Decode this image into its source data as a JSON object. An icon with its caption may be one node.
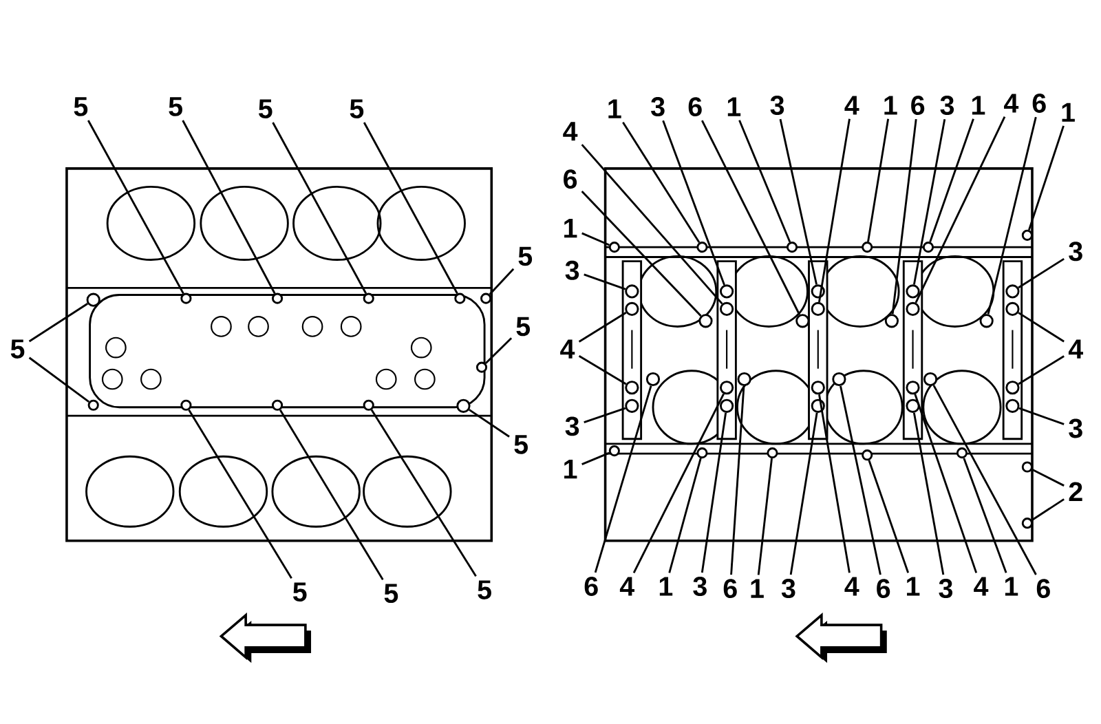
{
  "diagram": {
    "nodes": [
      {
        "text": [
          "5"
        ]
      },
      {
        "text": [
          "5"
        ]
      },
      {
        "text": [
          "5"
        ]
      },
      {
        "text": [
          "5"
        ]
      },
      {
        "text": [
          "5"
        ]
      },
      {
        "text": [
          "5"
        ]
      },
      {
        "text": [
          "5"
        ]
      },
      {
        "text": [
          "5"
        ]
      },
      {
        "text": [
          "5"
        ]
      },
      {
        "text": [
          "5"
        ]
      },
      {
        "text": [
          "5"
        ]
      },
      {
        "text": [
          "1"
        ]
      },
      {
        "text": [
          "3"
        ]
      },
      {
        "text": [
          "6"
        ]
      },
      {
        "text": [
          "1"
        ]
      },
      {
        "text": [
          "3"
        ]
      },
      {
        "text": [
          "4"
        ]
      },
      {
        "text": [
          "1"
        ]
      },
      {
        "text": [
          "6"
        ]
      },
      {
        "text": [
          "3"
        ]
      },
      {
        "text": [
          "1"
        ]
      },
      {
        "text": [
          "4"
        ]
      },
      {
        "text": [
          "6"
        ]
      },
      {
        "text": [
          "1"
        ]
      },
      {
        "text": [
          "4"
        ]
      },
      {
        "text": [
          "6"
        ]
      },
      {
        "text": [
          "1"
        ]
      },
      {
        "text": [
          "3"
        ]
      },
      {
        "text": [
          "3"
        ]
      },
      {
        "text": [
          "4"
        ]
      },
      {
        "text": [
          "4"
        ]
      },
      {
        "text": [
          "3"
        ]
      },
      {
        "text": [
          "3"
        ]
      },
      {
        "text": [
          "1"
        ]
      },
      {
        "text": [
          "2"
        ]
      },
      {
        "text": [
          "6"
        ]
      },
      {
        "text": [
          "4"
        ]
      },
      {
        "text": [
          "1"
        ]
      },
      {
        "text": [
          "3"
        ]
      },
      {
        "text": [
          "6"
        ]
      },
      {
        "text": [
          "1"
        ]
      },
      {
        "text": [
          "3"
        ]
      },
      {
        "text": [
          "4"
        ]
      },
      {
        "text": [
          "6"
        ]
      },
      {
        "text": [
          "1"
        ]
      },
      {
        "text": [
          "3"
        ]
      },
      {
        "text": [
          "4"
        ]
      },
      {
        "text": [
          "1"
        ]
      },
      {
        "text": [
          "6"
        ]
      },
      {
        "text": [],
        "shape": "circle"
      },
      {
        "text": [],
        "shape": "circle"
      },
      {
        "text": [],
        "shape": "circle"
      },
      {
        "text": [],
        "shape": "circle"
      },
      {
        "text": [],
        "shape": "circle"
      },
      {
        "text": [],
        "shape": "circle"
      },
      {
        "text": [],
        "shape": "circle"
      },
      {
        "text": [],
        "shape": "circle"
      },
      {
        "text": [],
        "shape": "circle"
      },
      {
        "text": [],
        "shape": "circle"
      },
      {
        "text": [],
        "shape": "circle"
      },
      {
        "text": [],
        "shape": "circle"
      },
      {
        "text": [],
        "shape": "circle"
      },
      {
        "text": [],
        "shape": "circle"
      },
      {
        "text": [],
        "shape": "circle"
      },
      {
        "text": [],
        "shape": "circle"
      },
      {
        "text": [],
        "shape": "circle"
      },
      {
        "text": [],
        "shape": "circle"
      },
      {
        "text": [],
        "shape": "circle"
      },
      {
        "text": [],
        "shape": "circle"
      },
      {
        "text": [],
        "shape": "circle"
      },
      {
        "text": [],
        "shape": "circle"
      },
      {
        "text": [],
        "shape": "circle"
      },
      {
        "text": [],
        "shape": "circle"
      },
      {
        "text": [],
        "shape": "circle"
      },
      {
        "text": [],
        "shape": "circle"
      },
      {
        "text": [],
        "shape": "circle"
      },
      {
        "text": [],
        "shape": "circle"
      },
      {
        "text": [],
        "shape": "circle"
      },
      {
        "text": [],
        "shape": "circle"
      },
      {
        "text": [],
        "shape": "circle"
      },
      {
        "text": [],
        "shape": "circle"
      },
      {
        "text": [],
        "shape": "circle"
      },
      {
        "text": [],
        "shape": "circle"
      },
      {
        "text": [],
        "shape": "circle"
      },
      {
        "text": [],
        "shape": "circle"
      },
      {
        "text": [],
        "shape": "circle"
      },
      {
        "text": [],
        "shape": "circle"
      },
      {
        "text": [],
        "shape": "circle"
      },
      {
        "text": [],
        "shape": "circle"
      },
      {
        "text": [],
        "shape": "circle"
      },
      {
        "text": [],
        "shape": "circle"
      },
      {
        "text": [],
        "shape": "circle"
      },
      {
        "text": [],
        "shape": "circle"
      },
      {
        "text": [],
        "shape": "circle"
      },
      {
        "text": [],
        "shape": "circle"
      },
      {
        "text": [],
        "shape": "circle"
      },
      {
        "text": [],
        "shape": "circle"
      },
      {
        "text": [],
        "shape": "circle"
      },
      {
        "text": [],
        "shape": "circle"
      },
      {
        "text": [],
        "shape": "circle"
      },
      {
        "text": [],
        "shape": "circle"
      },
      {
        "text": [],
        "shape": "circle"
      }
    ],
    "edges": [
      {
        "from": 0,
        "to": 49,
        "arrow": "none"
      },
      {
        "from": 1,
        "to": 50,
        "arrow": "none"
      },
      {
        "from": 2,
        "to": 51,
        "arrow": "none"
      },
      {
        "from": 3,
        "to": 52,
        "arrow": "none"
      },
      {
        "from": 4,
        "to": 53,
        "arrow": "none"
      },
      {
        "from": 5,
        "to": 54,
        "arrow": "none"
      },
      {
        "from": 6,
        "to": 55,
        "arrow": "none"
      },
      {
        "from": 6,
        "to": 56,
        "arrow": "none"
      },
      {
        "from": 7,
        "to": 57,
        "arrow": "none"
      },
      {
        "from": 8,
        "to": 58,
        "arrow": "none"
      },
      {
        "from": 9,
        "to": 59,
        "arrow": "none"
      },
      {
        "from": 10,
        "to": 60,
        "arrow": "none"
      },
      {
        "from": 11,
        "to": 61,
        "arrow": "none"
      },
      {
        "from": 12,
        "to": 62,
        "arrow": "none"
      },
      {
        "from": 13,
        "to": 63,
        "arrow": "none"
      },
      {
        "from": 14,
        "to": 64,
        "arrow": "none"
      },
      {
        "from": 15,
        "to": 65,
        "arrow": "none"
      },
      {
        "from": 16,
        "to": 66,
        "arrow": "none"
      },
      {
        "from": 17,
        "to": 67,
        "arrow": "none"
      },
      {
        "from": 18,
        "to": 68,
        "arrow": "none"
      },
      {
        "from": 19,
        "to": 69,
        "arrow": "none"
      },
      {
        "from": 20,
        "to": 70,
        "arrow": "none"
      },
      {
        "from": 21,
        "to": 71,
        "arrow": "none"
      },
      {
        "from": 22,
        "to": 72,
        "arrow": "none"
      },
      {
        "from": 23,
        "to": 73,
        "arrow": "none"
      },
      {
        "from": 24,
        "to": 74,
        "arrow": "none"
      },
      {
        "from": 25,
        "to": 75,
        "arrow": "none"
      },
      {
        "from": 26,
        "to": 76,
        "arrow": "none"
      },
      {
        "from": 27,
        "to": 77,
        "arrow": "none"
      },
      {
        "from": 28,
        "to": 78,
        "arrow": "none"
      },
      {
        "from": 29,
        "to": 79,
        "arrow": "none"
      },
      {
        "from": 29,
        "to": 80,
        "arrow": "none"
      },
      {
        "from": 30,
        "to": 81,
        "arrow": "none"
      },
      {
        "from": 30,
        "to": 82,
        "arrow": "none"
      },
      {
        "from": 31,
        "to": 83,
        "arrow": "none"
      },
      {
        "from": 32,
        "to": 84,
        "arrow": "none"
      },
      {
        "from": 33,
        "to": 85,
        "arrow": "none"
      },
      {
        "from": 34,
        "to": 86,
        "arrow": "none"
      },
      {
        "from": 34,
        "to": 87,
        "arrow": "none"
      },
      {
        "from": 35,
        "to": 88,
        "arrow": "none"
      },
      {
        "from": 36,
        "to": 89,
        "arrow": "none"
      },
      {
        "from": 37,
        "to": 90,
        "arrow": "none"
      },
      {
        "from": 38,
        "to": 91,
        "arrow": "none"
      },
      {
        "from": 39,
        "to": 92,
        "arrow": "none"
      },
      {
        "from": 40,
        "to": 93,
        "arrow": "none"
      },
      {
        "from": 41,
        "to": 94,
        "arrow": "none"
      },
      {
        "from": 42,
        "to": 95,
        "arrow": "none"
      },
      {
        "from": 43,
        "to": 96,
        "arrow": "none"
      },
      {
        "from": 44,
        "to": 97,
        "arrow": "none"
      },
      {
        "from": 45,
        "to": 98,
        "arrow": "none"
      },
      {
        "from": 46,
        "to": 99,
        "arrow": "none"
      },
      {
        "from": 47,
        "to": 100,
        "arrow": "none"
      },
      {
        "from": 48,
        "to": 101,
        "arrow": "none"
      }
    ]
  }
}
